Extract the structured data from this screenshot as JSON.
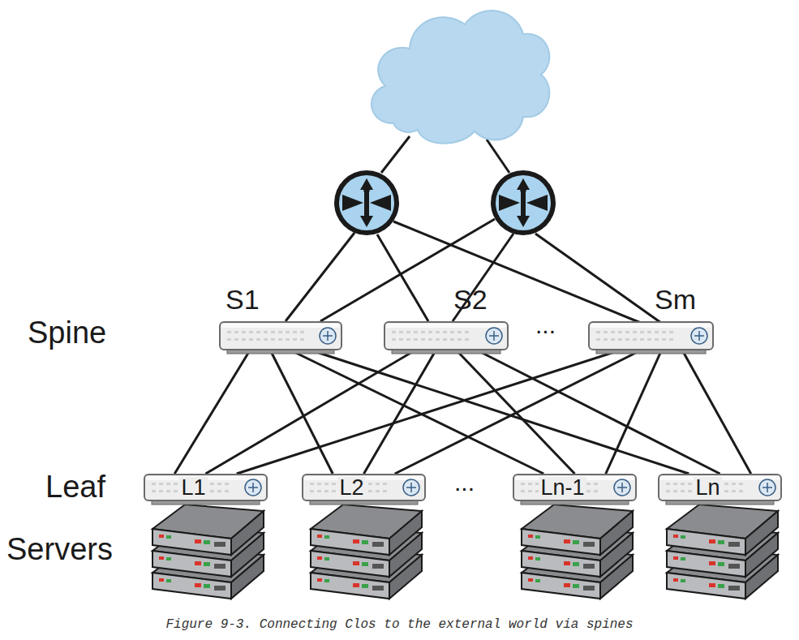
{
  "diagram": {
    "caption": "Figure 9-3. Connecting Clos to the external world via spines",
    "nodes": [
      {
        "text": [
          "External World"
        ]
      },
      {
        "text": [
          "S1"
        ]
      },
      {
        "text": [
          "S2"
        ]
      },
      {
        "text": [
          "Sm"
        ]
      },
      {
        "text": [
          "L1"
        ]
      },
      {
        "text": [
          "L2"
        ]
      },
      {
        "text": [
          "Ln-1"
        ]
      },
      {
        "text": [
          "Ln"
        ]
      }
    ],
    "edges": [
      {
        "from": 1,
        "to": 4,
        "arrow": "none"
      },
      {
        "from": 1,
        "to": 5,
        "arrow": "none"
      },
      {
        "from": 1,
        "to": 6,
        "arrow": "none"
      },
      {
        "from": 1,
        "to": 7,
        "arrow": "none"
      },
      {
        "from": 2,
        "to": 4,
        "arrow": "none"
      },
      {
        "from": 2,
        "to": 5,
        "arrow": "none"
      },
      {
        "from": 2,
        "to": 6,
        "arrow": "none"
      },
      {
        "from": 2,
        "to": 7,
        "arrow": "none"
      },
      {
        "from": 3,
        "to": 4,
        "arrow": "none"
      },
      {
        "from": 3,
        "to": 5,
        "arrow": "none"
      },
      {
        "from": 3,
        "to": 6,
        "arrow": "none"
      },
      {
        "from": 3,
        "to": 7,
        "arrow": "none"
      }
    ],
    "labels": [
      "Spine",
      "Leaf",
      "Servers",
      "...",
      "..."
    ]
  }
}
